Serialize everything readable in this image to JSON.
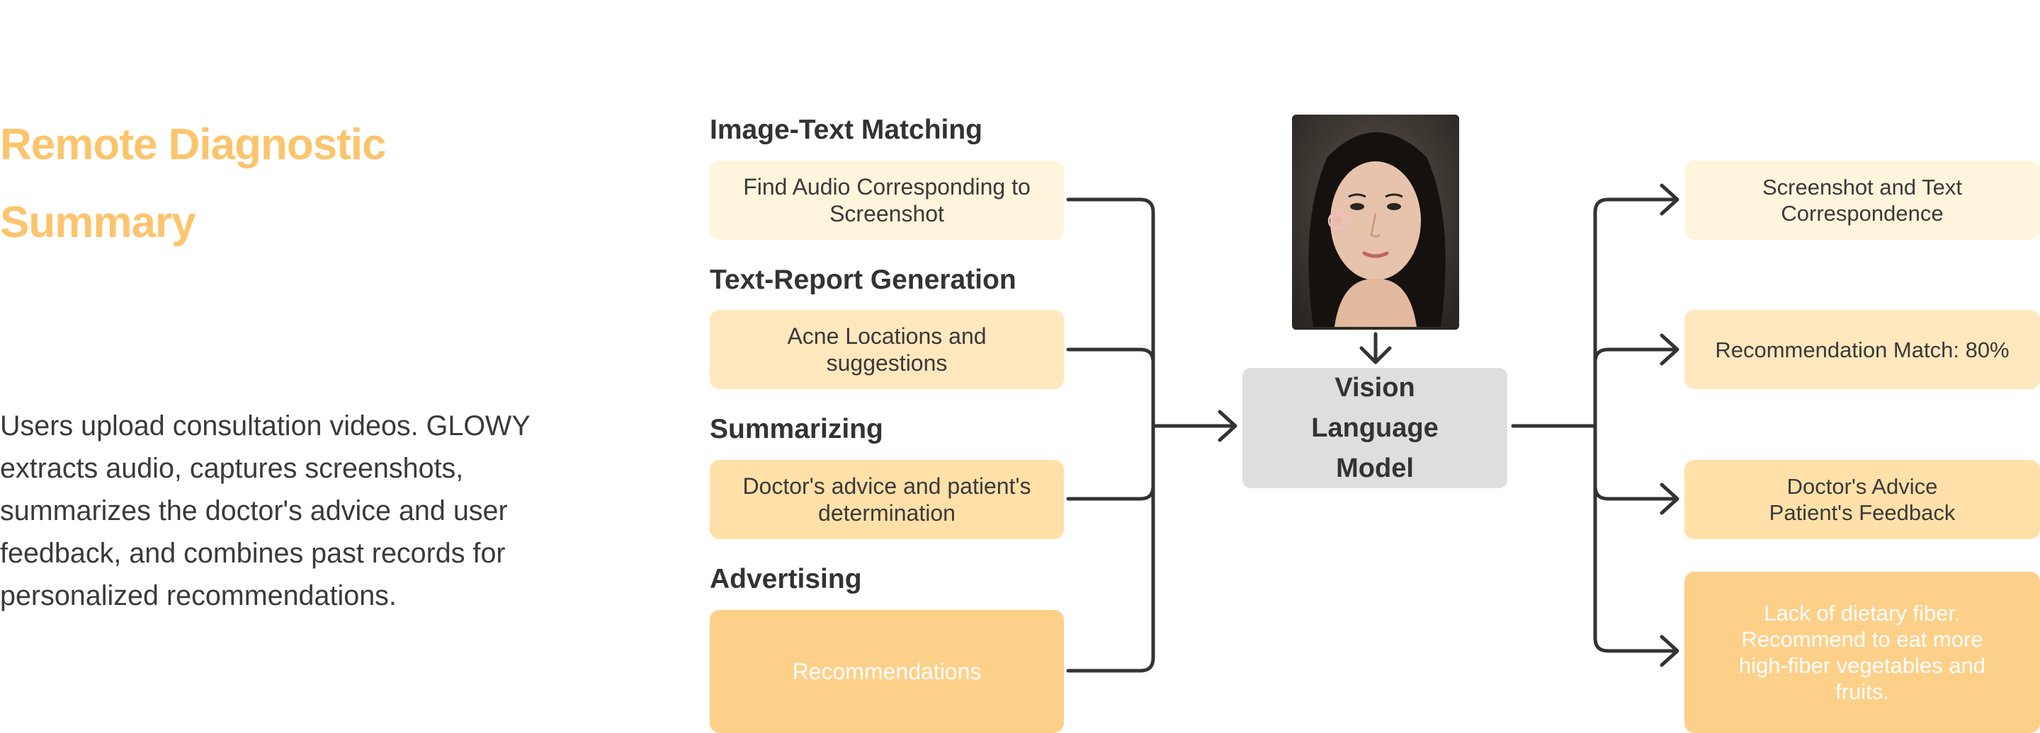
{
  "title": {
    "line1": "Remote Diagnostic",
    "line2": "Summary"
  },
  "description": "Users upload consultation videos. GLOWY extracts audio, captures screenshots, summarizes the doctor's advice and user feedback, and combines past records for personalized recommendations.",
  "inputs": [
    {
      "heading": "Image-Text Matching",
      "lines": [
        "Find Audio Corresponding to",
        "Screenshot"
      ]
    },
    {
      "heading": "Text-Report Generation",
      "lines": [
        "Acne Locations and",
        "suggestions"
      ]
    },
    {
      "heading": "Summarizing",
      "lines": [
        "Doctor's advice and patient's",
        "determination"
      ]
    },
    {
      "heading": "Advertising",
      "lines": [
        "Recommendations"
      ]
    }
  ],
  "model": {
    "lines": [
      "Vision",
      "Language",
      "Model"
    ]
  },
  "outputs": [
    {
      "lines": [
        "Screenshot and Text",
        "Correspondence"
      ]
    },
    {
      "lines": [
        "Recommendation Match: 80%"
      ]
    },
    {
      "lines": [
        "Doctor's Advice",
        "Patient's Feedback"
      ]
    },
    {
      "lines": [
        "Lack of dietary fiber.",
        "Recommend to eat more",
        "high-fiber vegetables and",
        "fruits."
      ]
    }
  ],
  "colors": {
    "title": "#fbc56e",
    "box_light": "#fff4dc",
    "box_mid": "#ffe8bd",
    "box_warm": "#ffe0a8",
    "box_deep": "#fdd08a",
    "model": "#dedede",
    "connector": "#333333"
  },
  "photo": {
    "icon": "face-photo"
  }
}
